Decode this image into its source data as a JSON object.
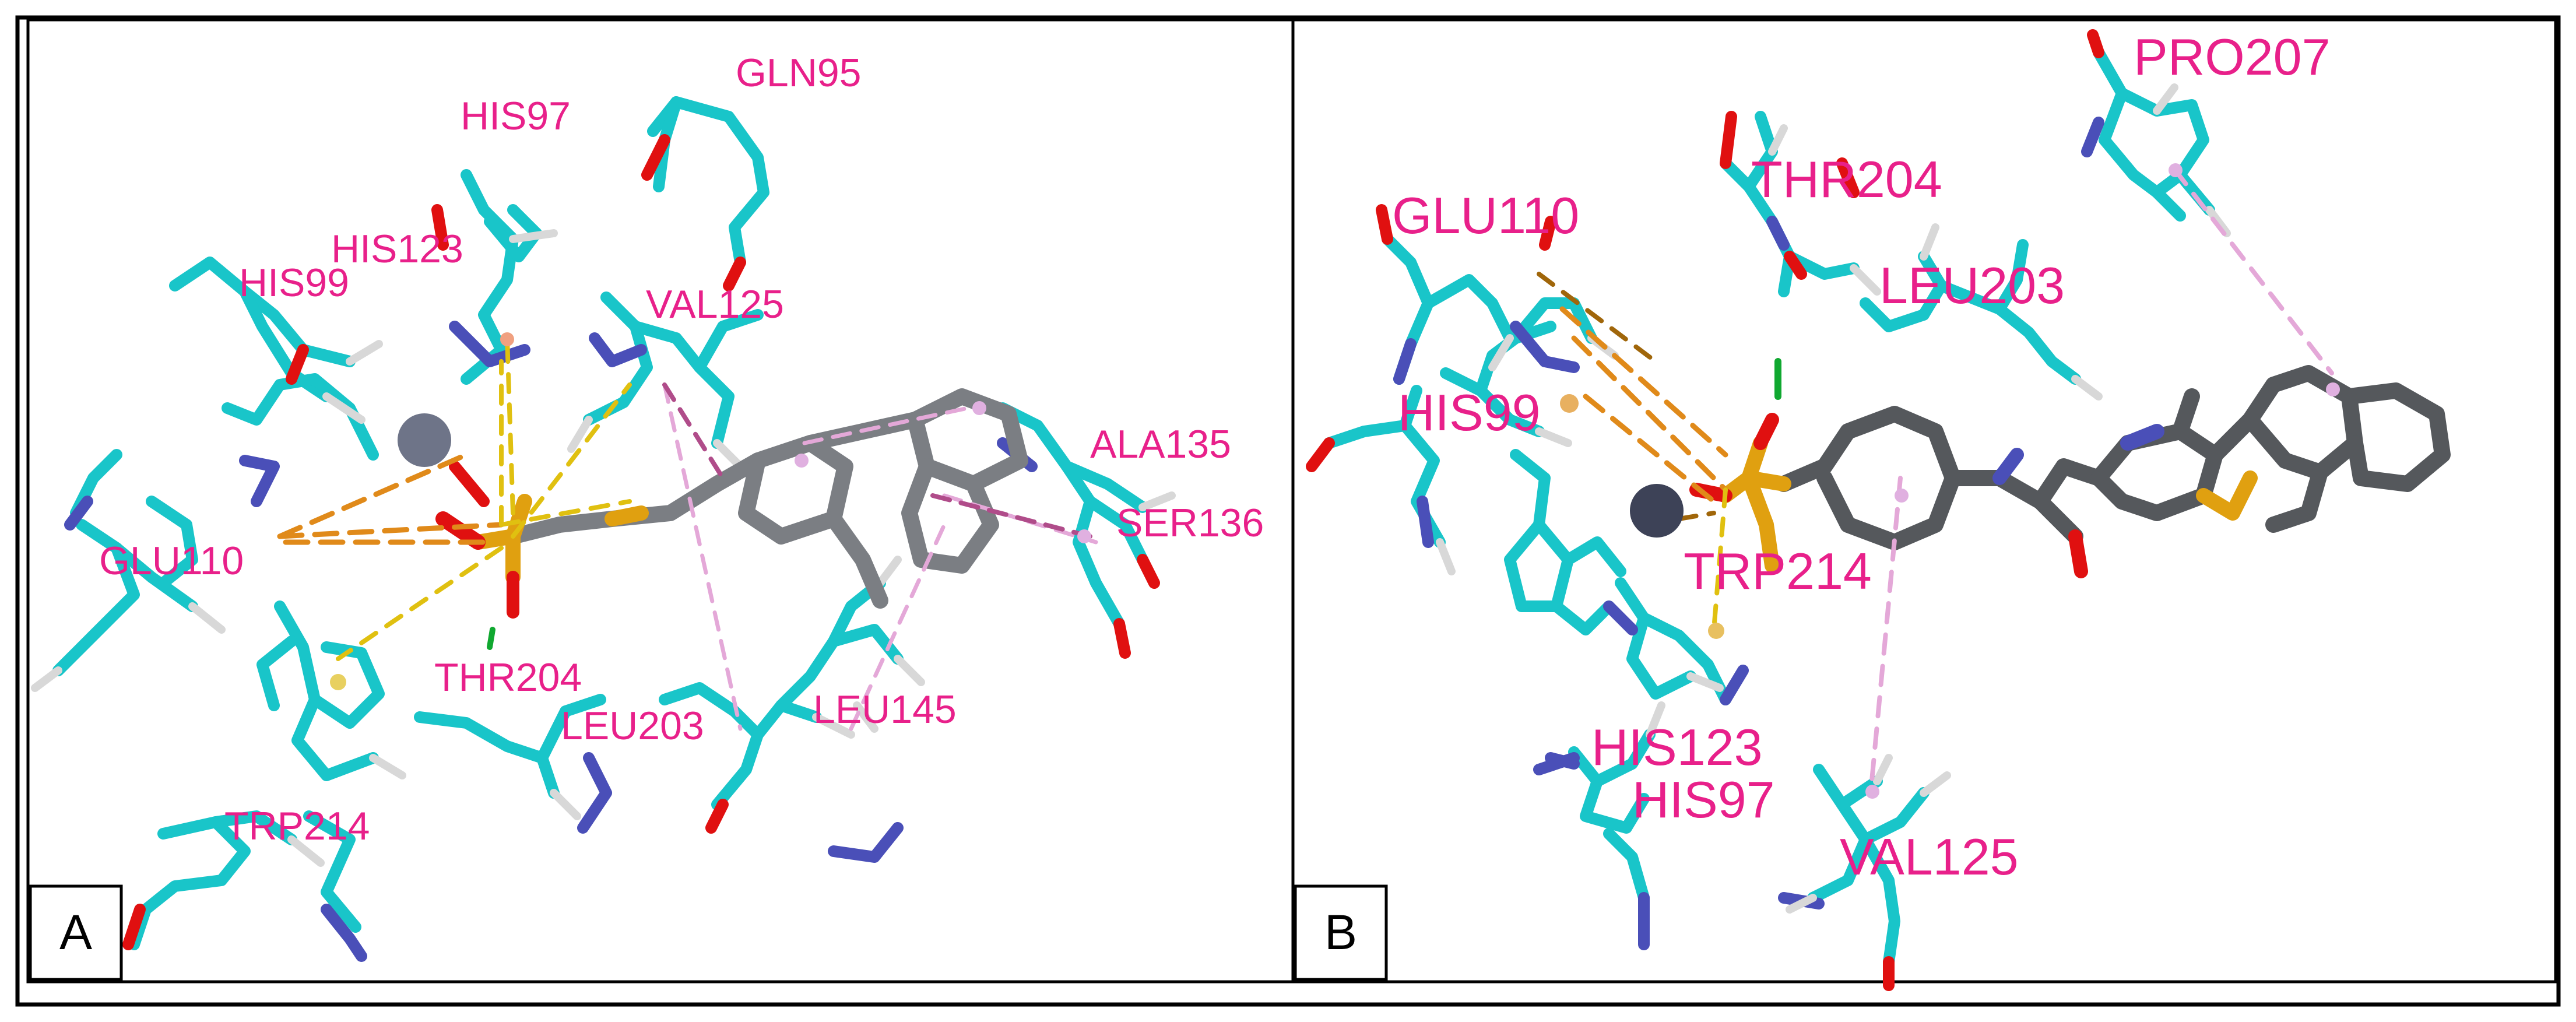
{
  "colors": {
    "label": "#e8208a",
    "carbon_cyan": "#19c5c9",
    "carbon_grey": "#55585c",
    "hydrogen": "#d8d8d8",
    "nitrogen": "#4a4fb8",
    "oxygen": "#e01010",
    "sulfur": "#e0a010",
    "zinc": "#6e7488",
    "hbond": "#10a830",
    "metal_contact": "#e08a1a",
    "pi_contact": "#e4a8d8",
    "pi_alkyl": "#b04c8a"
  },
  "panels": [
    {
      "letter": "A",
      "labels": [
        "GLN95",
        "HIS97",
        "HIS123",
        "HIS99",
        "VAL125",
        "ALA135",
        "SER136",
        "GLU110",
        "THR204",
        "LEU203",
        "LEU145",
        "TRP214"
      ]
    },
    {
      "letter": "B",
      "labels": [
        "PRO207",
        "THR204",
        "GLU110",
        "LEU203",
        "HIS99",
        "TRP214",
        "HIS123",
        "HIS97",
        "VAL125"
      ]
    }
  ]
}
